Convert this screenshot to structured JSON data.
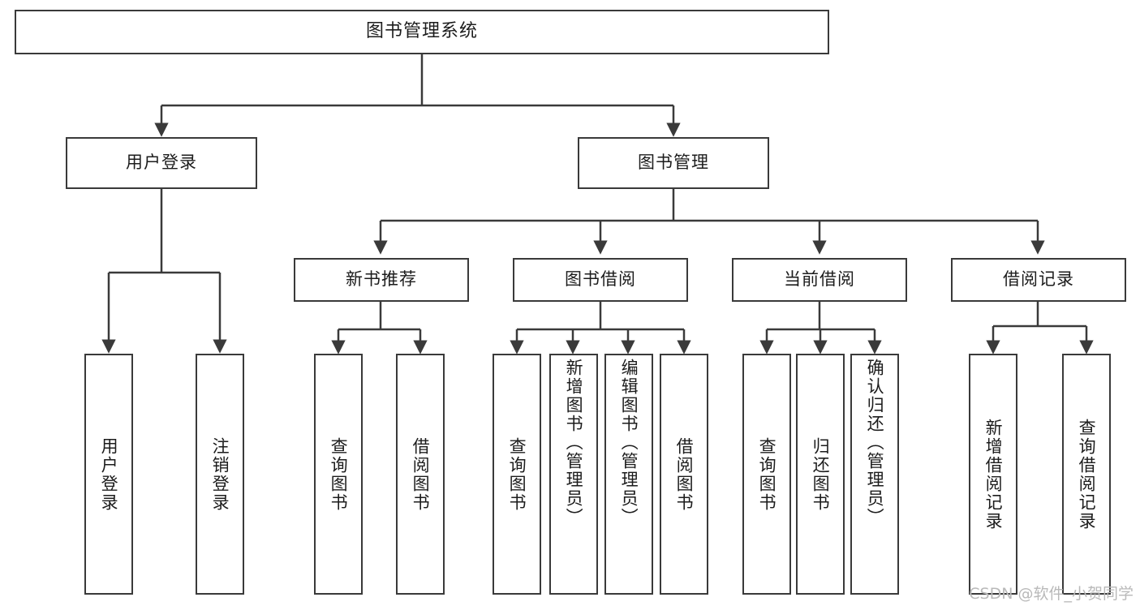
{
  "diagram": {
    "type": "tree-hierarchy-diagram",
    "title": "图书管理系统",
    "watermark": "CSDN @软件_小贺同学",
    "colors": {
      "box_border": "#3a3a3a",
      "box_fill": "#ffffff",
      "edge": "#3a3a3a",
      "text": "#1c1c1c",
      "watermark": "#b9b9b9",
      "background": "#ffffff"
    },
    "nodes": {
      "root": {
        "label": "图书管理系统"
      },
      "level2": [
        {
          "id": "user-login",
          "label": "用户登录"
        },
        {
          "id": "book-manage",
          "label": "图书管理"
        }
      ],
      "level3": [
        {
          "id": "new-book-recommend",
          "label": "新书推荐"
        },
        {
          "id": "book-borrow",
          "label": "图书借阅"
        },
        {
          "id": "current-borrow",
          "label": "当前借阅"
        },
        {
          "id": "borrow-record",
          "label": "借阅记录"
        }
      ],
      "leaves": {
        "user-login": [
          {
            "id": "leaf-user-login",
            "label": "用户登录"
          },
          {
            "id": "leaf-logout",
            "label": "注销登录"
          }
        ],
        "new-book-recommend": [
          {
            "id": "leaf-query-book-1",
            "label": "查询图书"
          },
          {
            "id": "leaf-borrow-book-1",
            "label": "借阅图书"
          }
        ],
        "book-borrow": [
          {
            "id": "leaf-query-book-2",
            "label": "查询图书"
          },
          {
            "id": "leaf-add-book",
            "label": "新增图书（管理员）"
          },
          {
            "id": "leaf-edit-book",
            "label": "编辑图书（管理员）"
          },
          {
            "id": "leaf-borrow-book-2",
            "label": "借阅图书"
          }
        ],
        "current-borrow": [
          {
            "id": "leaf-query-book-3",
            "label": "查询图书"
          },
          {
            "id": "leaf-return-book",
            "label": "归还图书"
          },
          {
            "id": "leaf-confirm-return",
            "label": "确认归还（管理员）"
          }
        ],
        "borrow-record": [
          {
            "id": "leaf-add-record",
            "label": "新增借阅记录"
          },
          {
            "id": "leaf-query-record",
            "label": "查询借阅记录"
          }
        ]
      }
    }
  }
}
